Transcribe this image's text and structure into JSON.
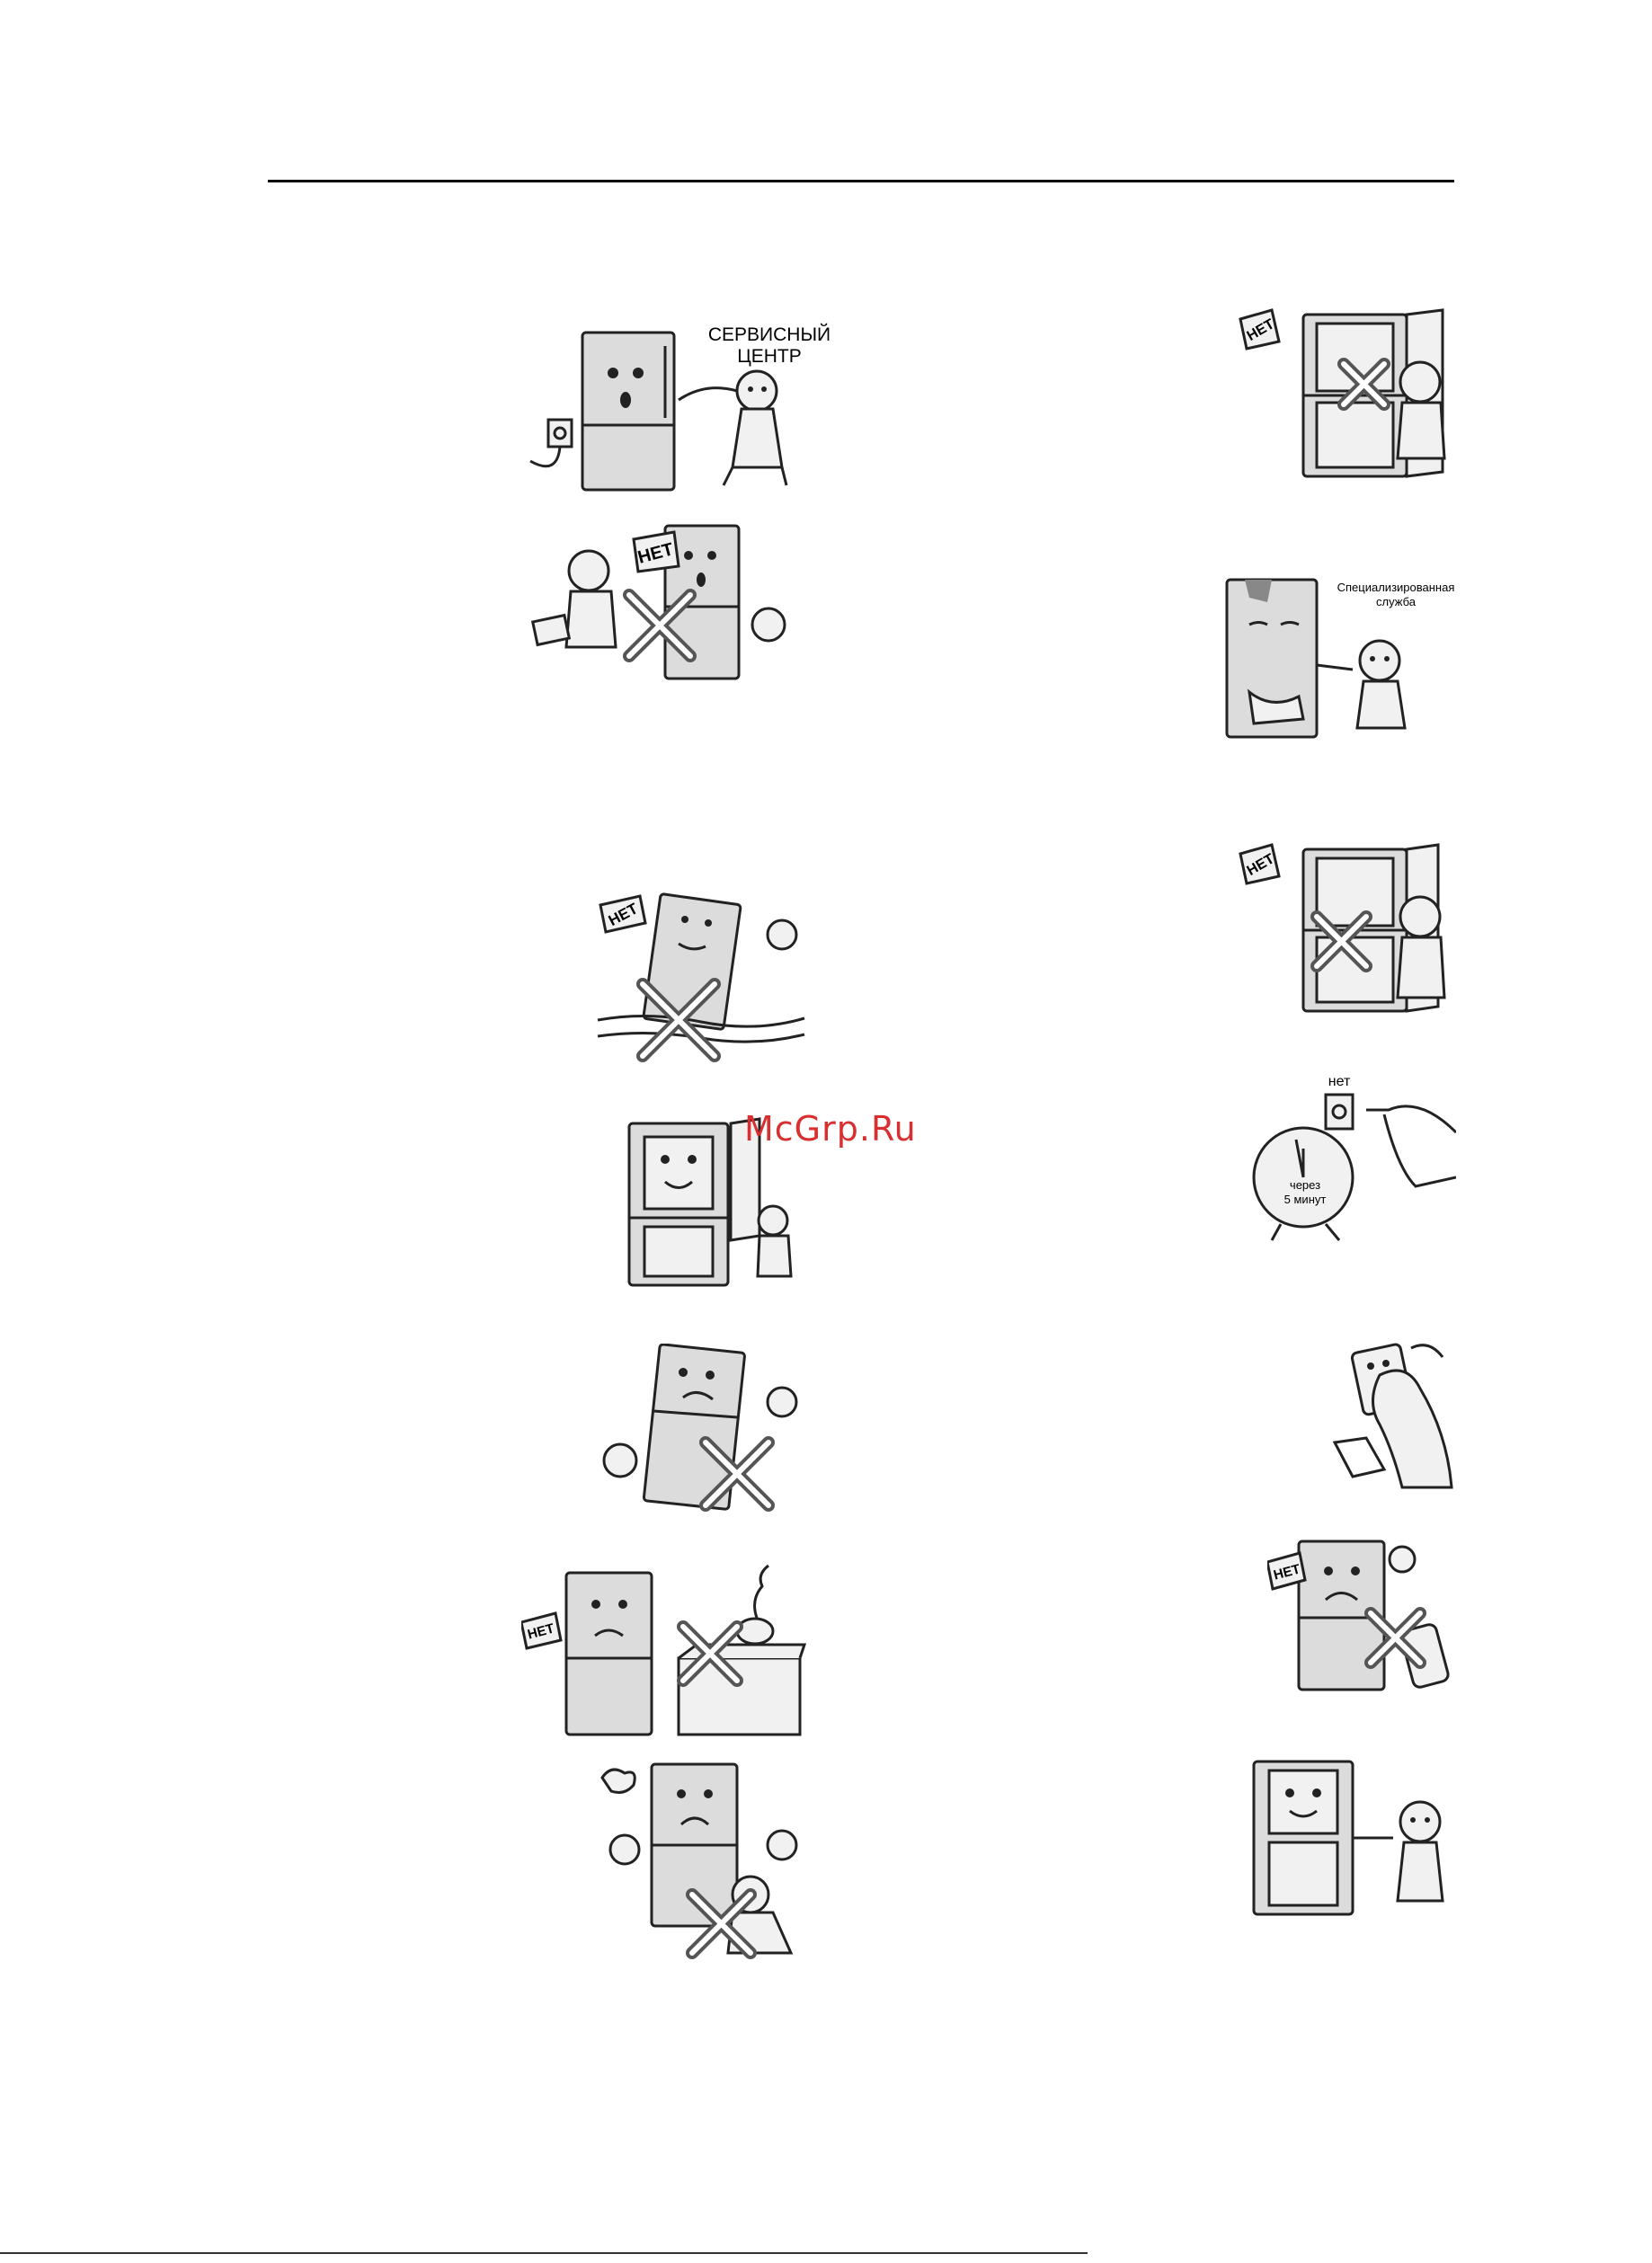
{
  "watermark": "McGrp.Ru",
  "illustrations": {
    "service_center": {
      "label_line1": "СЕРВИСНЫЙ",
      "label_line2": "ЦЕНТР"
    },
    "no_self_repair": {
      "badge": "НЕТ"
    },
    "no_water_floor": {
      "badge": "НЕТ"
    },
    "no_heat_source": {
      "badge": "НЕТ"
    },
    "no_hang_door_top": {
      "badge": "НЕТ"
    },
    "specialized_service": {
      "label_line1": "Специализированная",
      "label_line2": "служба"
    },
    "no_hang_door_mid": {
      "badge": "НЕТ"
    },
    "wait_five_minutes": {
      "label_top": "нет",
      "clock_line1": "через",
      "clock_line2": "5 минут"
    },
    "no_spray": {
      "badge": "НЕТ"
    }
  }
}
